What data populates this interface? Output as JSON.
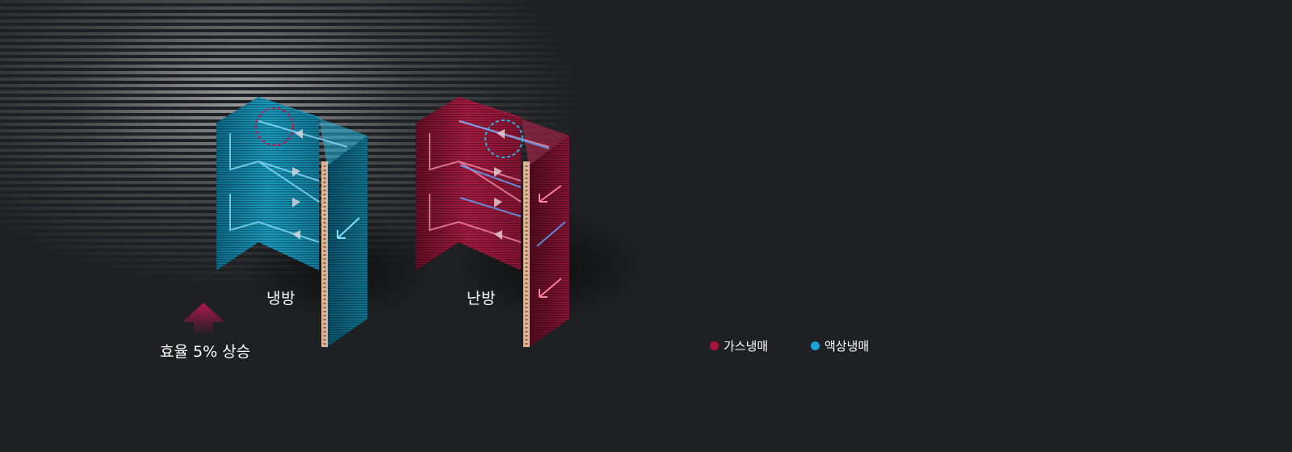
{
  "labels": {
    "cooling": "냉방",
    "heating": "난방",
    "efficiency": "효율 5% 상승"
  },
  "legend": {
    "gas": {
      "label": "가스냉매",
      "color": "#a8123f"
    },
    "liquid": {
      "label": "액상냉매",
      "color": "#1aa5d6"
    }
  },
  "colors": {
    "background": "#1f2023",
    "cooling_coil": "#1a8fb0",
    "heating_coil": "#9a1838",
    "efficiency_arrow": "#a8123f"
  },
  "icons": {
    "efficiency_arrow": "up-arrow-icon",
    "gas_dot": "circle-dot-icon",
    "liquid_dot": "circle-dot-icon"
  }
}
